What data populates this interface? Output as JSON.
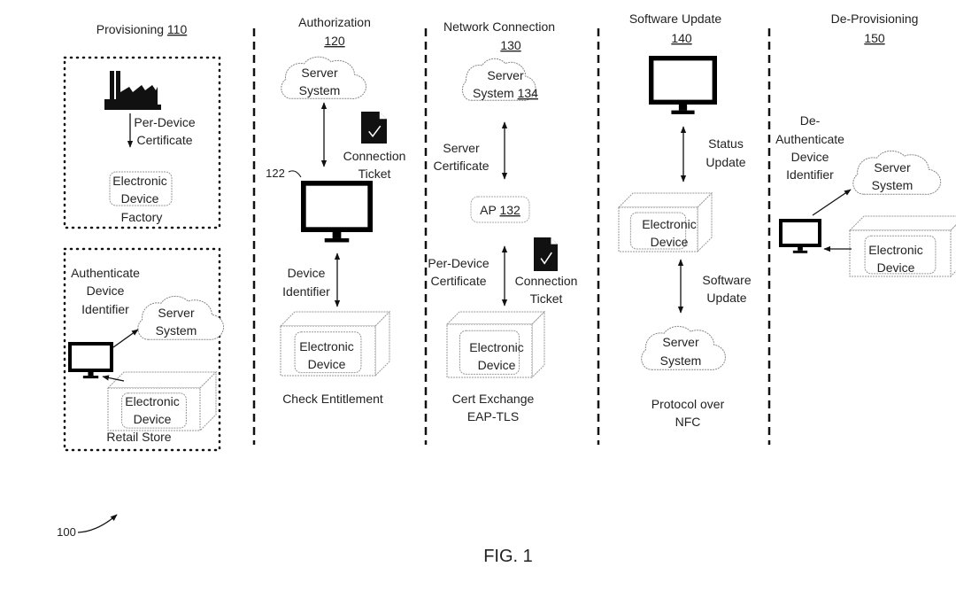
{
  "columns": {
    "provisioning": {
      "title": "Provisioning",
      "ref": "110"
    },
    "authorization": {
      "title": "Authorization",
      "ref": "120"
    },
    "network": {
      "title": "Network Connection",
      "ref": "130"
    },
    "software": {
      "title": "Software Update",
      "ref": "140"
    },
    "deprov": {
      "title": "De-Provisioning",
      "ref": "150"
    }
  },
  "provisioning": {
    "factory_arrow_label": [
      "Per-Device",
      "Certificate"
    ],
    "factory_device": [
      "Electronic",
      "Device"
    ],
    "factory_label": "Factory",
    "retail_auth_label": [
      "Authenticate",
      "Device",
      "Identifier"
    ],
    "retail_server": [
      "Server",
      "System"
    ],
    "retail_device": [
      "Electronic",
      "Device"
    ],
    "retail_label": "Retail Store"
  },
  "authorization": {
    "server": [
      "Server",
      "System"
    ],
    "ticket_label": [
      "Connection",
      "Ticket"
    ],
    "monitor_ref": "122",
    "arrow_label": [
      "Device",
      "Identifier"
    ],
    "device": [
      "Electronic",
      "Device"
    ],
    "caption": "Check Entitlement"
  },
  "network": {
    "server": [
      "Server",
      "System",
      "134"
    ],
    "server_cert_label": [
      "Server",
      "Certificate"
    ],
    "ap": [
      "AP",
      "132"
    ],
    "per_device_label": [
      "Per-Device",
      "Certificate"
    ],
    "ticket_label": [
      "Connection",
      "Ticket"
    ],
    "device": [
      "Electronic",
      "Device"
    ],
    "caption": [
      "Cert Exchange",
      "EAP-TLS"
    ]
  },
  "software": {
    "status_label": [
      "Status",
      "Update"
    ],
    "device": [
      "Electronic",
      "Device"
    ],
    "update_label": [
      "Software",
      "Update"
    ],
    "server": [
      "Server",
      "System"
    ],
    "caption": [
      "Protocol over",
      "NFC"
    ]
  },
  "deprov": {
    "label": [
      "De-",
      "Authenticate",
      "Device",
      "Identifier"
    ],
    "server": [
      "Server",
      "System"
    ],
    "device": [
      "Electronic",
      "Device"
    ]
  },
  "figure": {
    "ref": "100",
    "caption": "FIG. 1"
  },
  "icons": [
    "factory-icon",
    "cloud-icon",
    "monitor-icon",
    "document-check-icon",
    "device-box-icon"
  ]
}
